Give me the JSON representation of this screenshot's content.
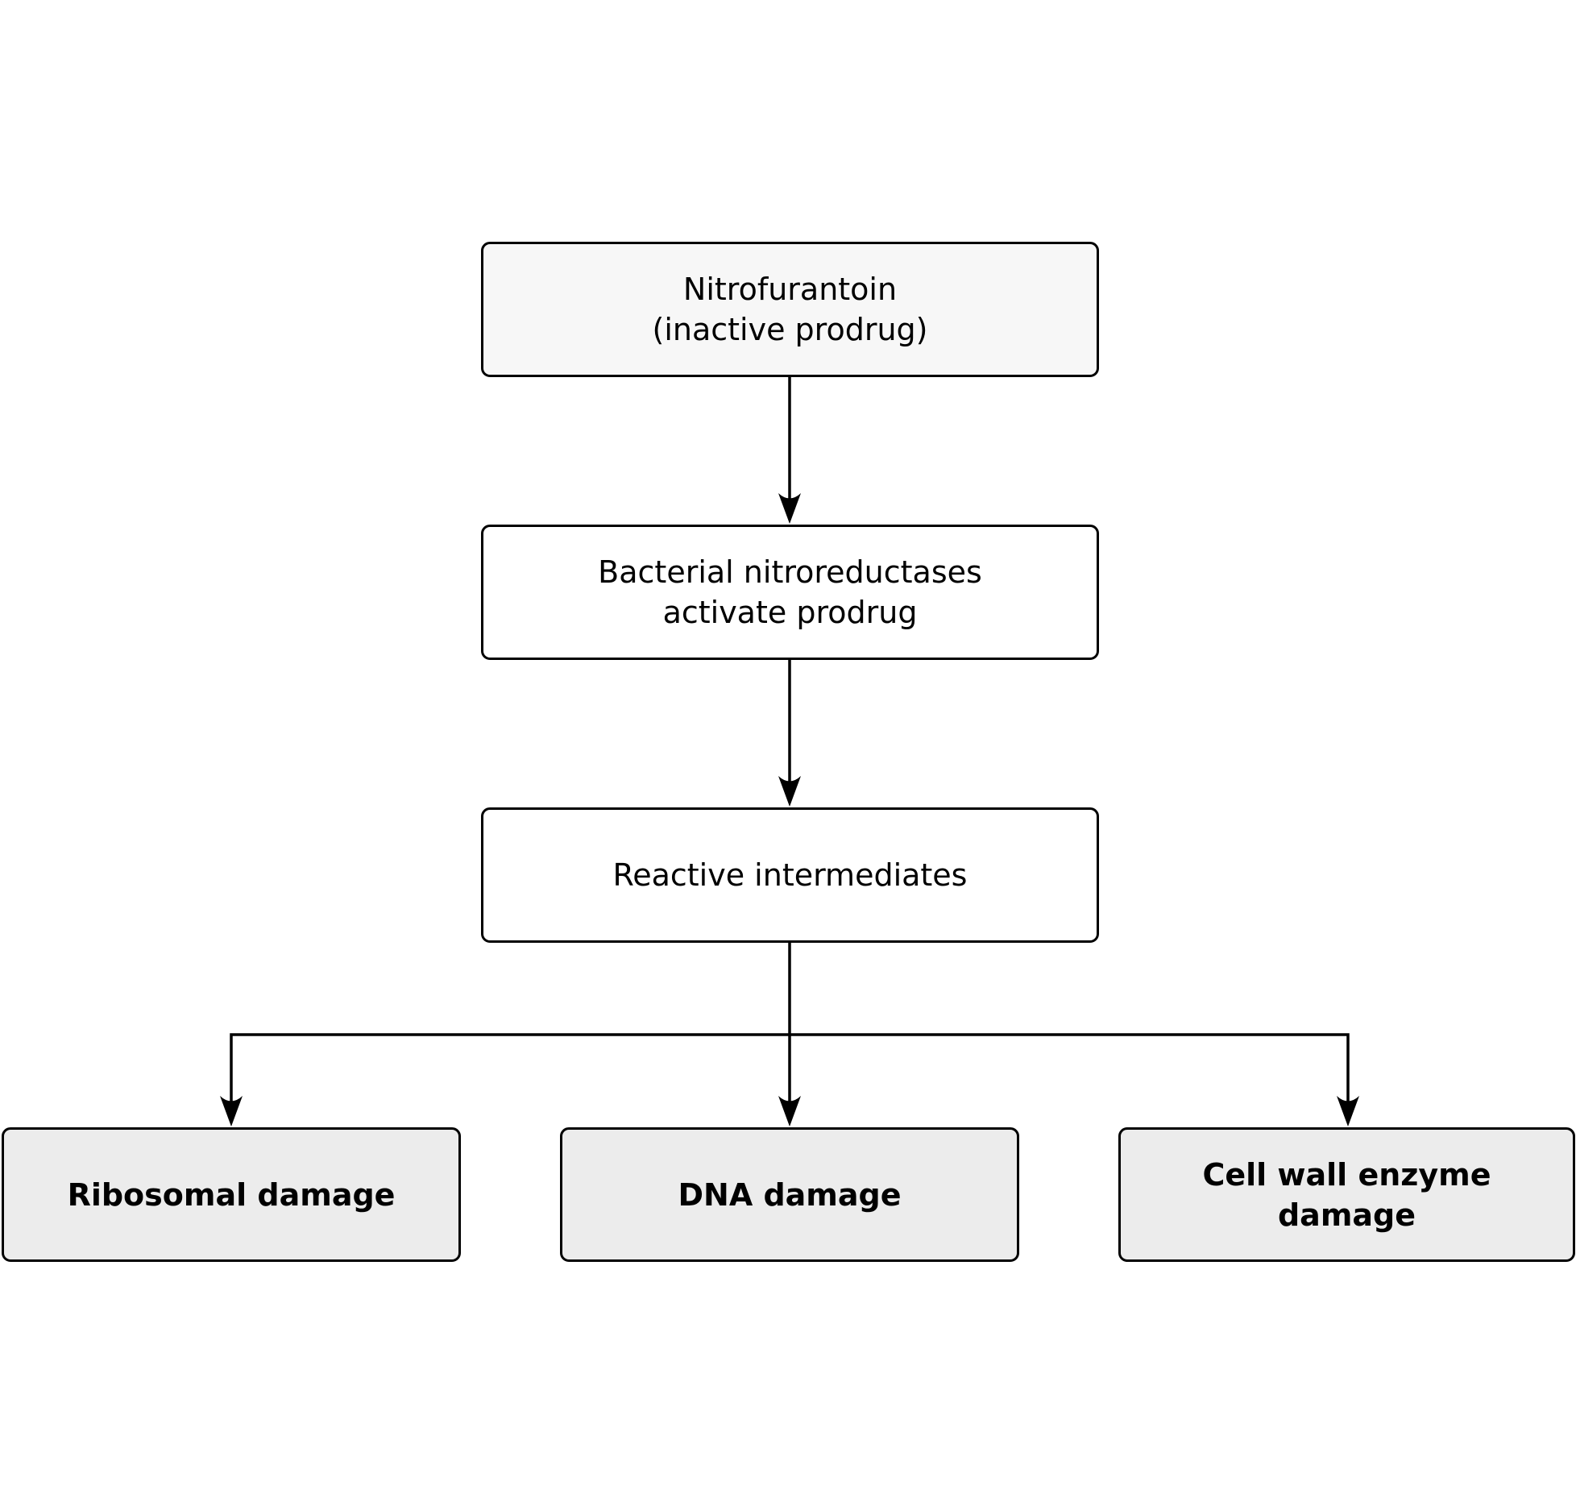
{
  "nodes": {
    "drug": {
      "line1": "Nitrofurantoin",
      "line2": "(inactive prodrug)"
    },
    "nitroreductases": {
      "line1": "Bacterial nitroreductases",
      "line2": "activate prodrug"
    },
    "intermediates": {
      "line1": "Reactive intermediates"
    },
    "ribosomal": {
      "line1": "Ribosomal damage"
    },
    "dna": {
      "line1": "DNA damage"
    },
    "cellwall": {
      "line1": "Cell wall enzyme",
      "line2": "damage"
    }
  },
  "colors": {
    "stroke": "#000000",
    "top_fill": "#f7f7f7",
    "middle_fill": "#ffffff",
    "outcome_fill": "#ececec"
  }
}
